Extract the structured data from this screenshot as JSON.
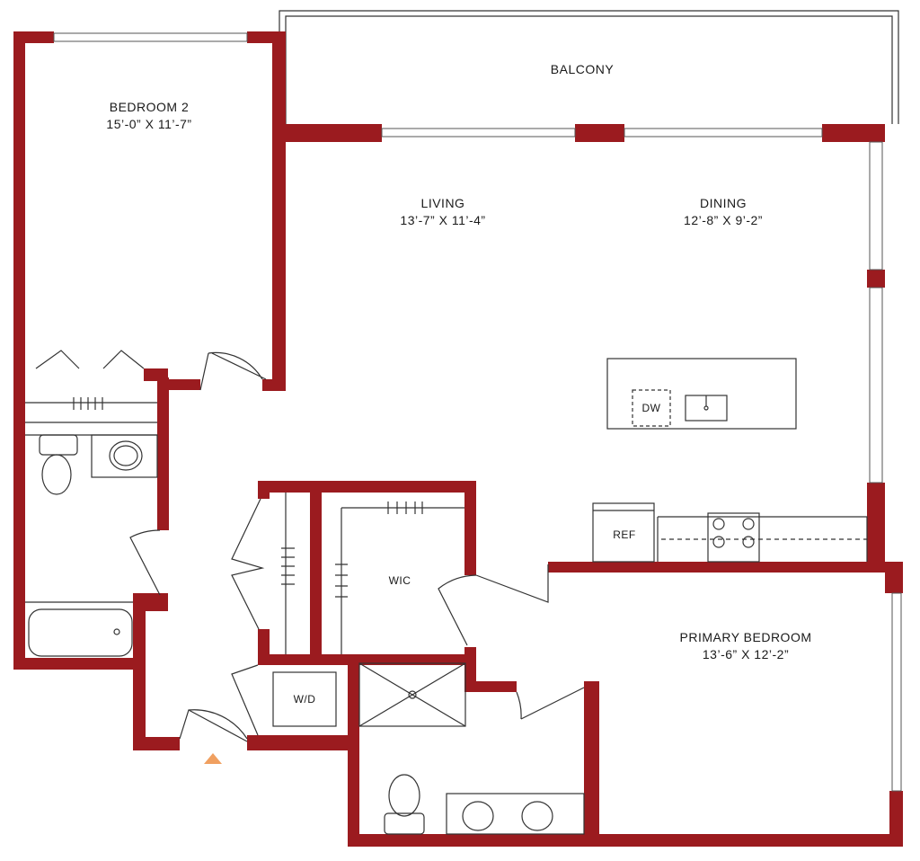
{
  "plan": {
    "wall_color": "#9b1b1f",
    "entry_marker_color": "#f0a060",
    "rooms": [
      {
        "name": "BEDROOM 2",
        "size": "15’-0” X 11’-7”"
      },
      {
        "name": "BALCONY"
      },
      {
        "name": "LIVING",
        "size": "13’-7” X 11’-4”"
      },
      {
        "name": "DINING",
        "size": "12’-8” X 9’-2”"
      },
      {
        "name": "PRIMARY BEDROOM",
        "size": "13’-6” X 12’-2”"
      },
      {
        "name": "WIC"
      }
    ],
    "fixtures": {
      "dw": "DW",
      "ref": "REF",
      "wd": "W/D"
    }
  }
}
